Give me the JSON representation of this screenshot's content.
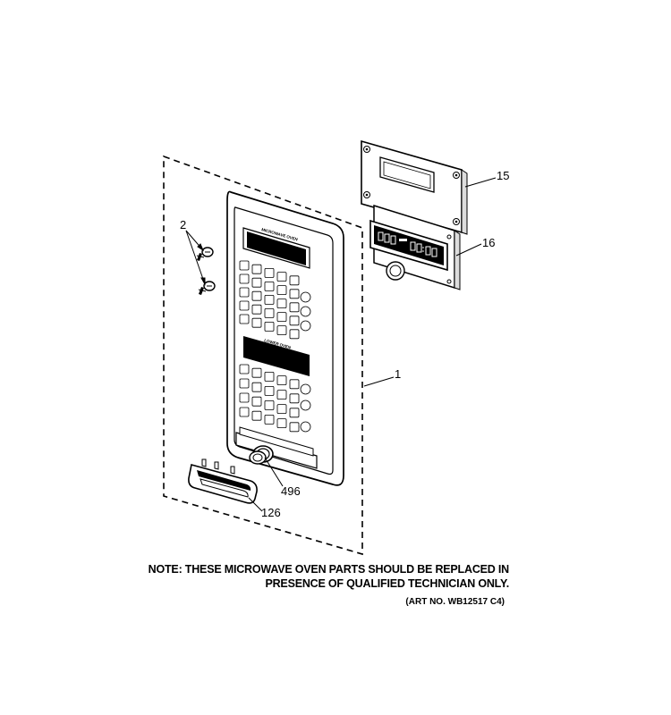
{
  "callouts": {
    "part_15": "15",
    "part_16": "16",
    "part_2": "2",
    "part_1": "1",
    "part_496": "496",
    "part_126": "126"
  },
  "note": {
    "line1": "NOTE: THESE MICROWAVE OVEN PARTS SHOULD BE REPLACED IN",
    "line2": "PRESENCE OF QUALIFIED TECHNICIAN ONLY."
  },
  "art_number": "(ART NO. WB12517 C4)",
  "panel_labels": {
    "upper": "MICROWAVE OVEN",
    "lower": "LOWER OVEN"
  },
  "display_digits": {
    "left": "88:8",
    "right": "88:88"
  },
  "colors": {
    "line": "#000000",
    "background": "#ffffff"
  }
}
